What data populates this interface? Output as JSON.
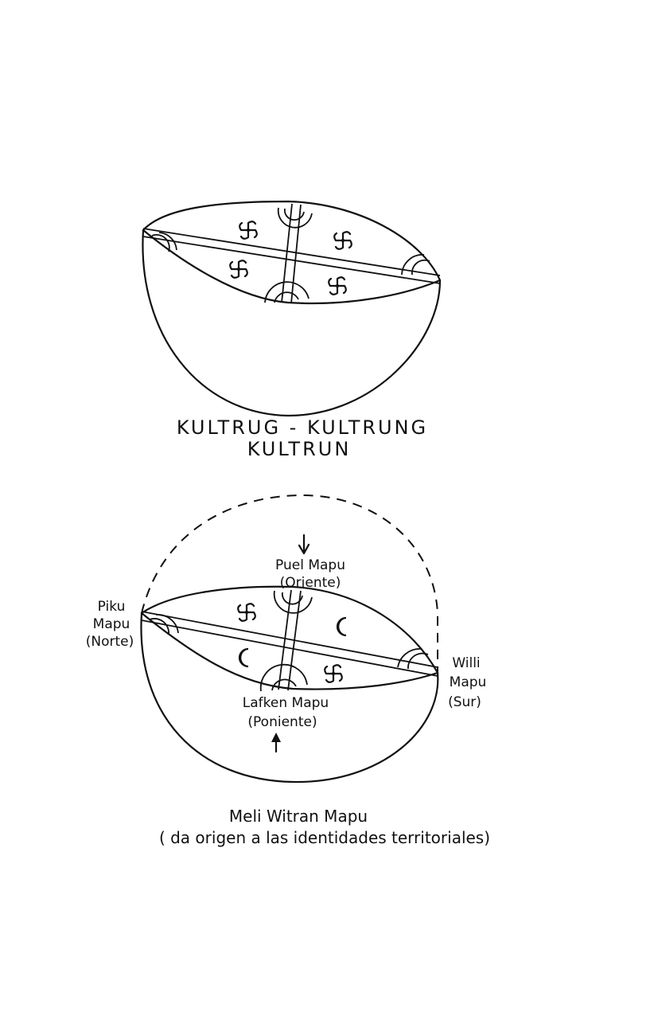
{
  "figure1": {
    "caption_line1": "KULTRUG - KULTRUNG",
    "caption_line2": "KULTRUN"
  },
  "figure2": {
    "north": {
      "line1": "Piku",
      "line2": "Mapu",
      "line3": "(Norte)"
    },
    "east": {
      "line1": "Puel Mapu",
      "line2": "(Oriente)"
    },
    "west": {
      "line1": "Lafken Mapu",
      "line2": "(Poniente)"
    },
    "south": {
      "line1": "Willi",
      "line2": "Mapu",
      "line3": "(Sur)"
    },
    "caption_line1": "Meli Witran Mapu",
    "caption_line2": "( da origen a las identidades territoriales)"
  },
  "icons": [
    "sun-cross-icon",
    "moon-crescent-icon",
    "arrow-down-icon",
    "arrow-up-icon"
  ]
}
